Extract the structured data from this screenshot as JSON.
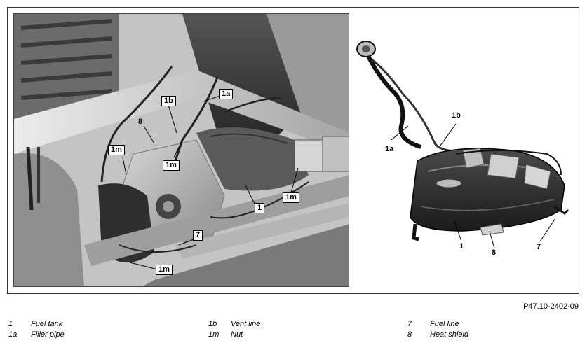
{
  "figure_ref": "P47.10-2402-09",
  "photo_callouts": {
    "c1a": "1a",
    "c1b": "1b",
    "c8": "8",
    "c1m_a": "1m",
    "c1m_b": "1m",
    "c1m_c": "1m",
    "c1m_d": "1m",
    "c1": "1",
    "c7": "7"
  },
  "tank_callouts": {
    "c1b": "1b",
    "c1a": "1a",
    "c1": "1",
    "c8": "8",
    "c7": "7"
  },
  "legend": [
    {
      "num": "1",
      "text": "Fuel tank"
    },
    {
      "num": "1a",
      "text": "Filler pipe"
    },
    {
      "num": "1b",
      "text": "Vent line"
    },
    {
      "num": "1m",
      "text": "Nut"
    },
    {
      "num": "7",
      "text": "Fuel line"
    },
    {
      "num": "8",
      "text": "Heat shield"
    }
  ]
}
